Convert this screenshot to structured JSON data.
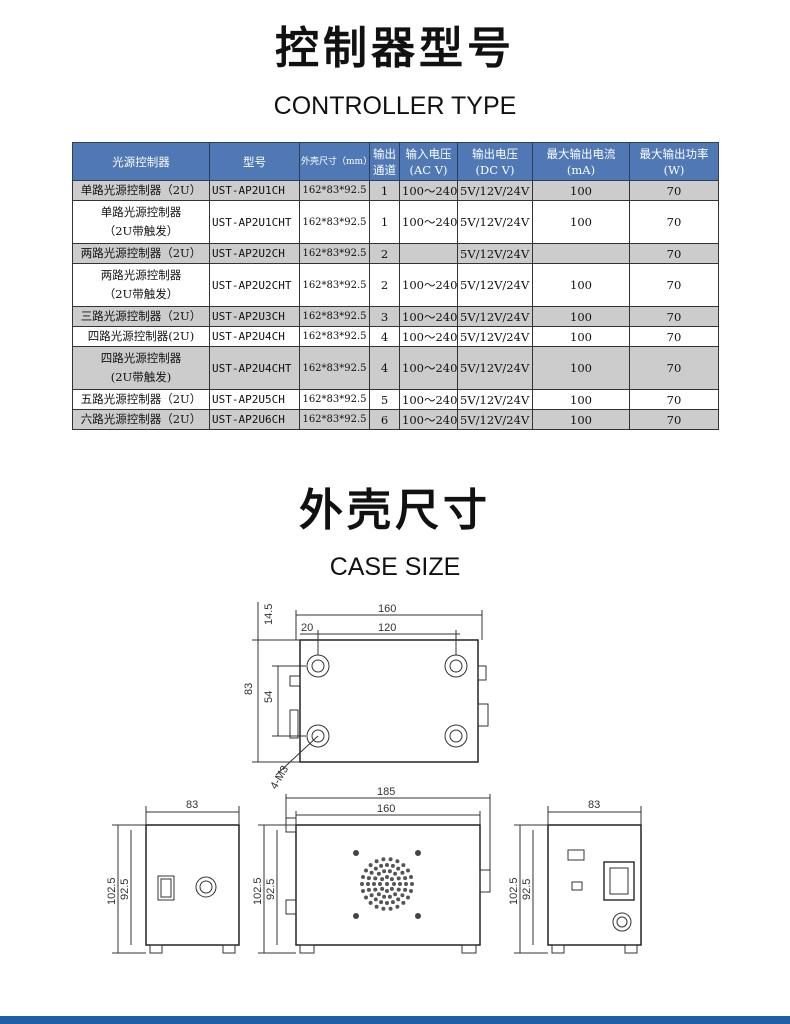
{
  "section1": {
    "title_cn": "控制器型号",
    "title_en": "CONTROLLER TYPE"
  },
  "table": {
    "headers": [
      "光源控制器",
      "型号",
      "外壳尺寸（mm）",
      "输出\n通道",
      "输入电压\n(AC V)",
      "输出电压\n(DC V)",
      "最大输出电流\n(mA)",
      "最大输出功率\n(W)"
    ],
    "rows": [
      {
        "name": "单路光源控制器（2U）",
        "model": "UST-AP2U1CH",
        "size": "162*83*92.5",
        "ch": "1",
        "vin": "100～240",
        "vout": "5V/12V/24V",
        "current": "100",
        "power": "70"
      },
      {
        "name": "单路光源控制器\n（2U带触发）",
        "model": "UST-AP2U1CHT",
        "size": "162*83*92.5",
        "ch": "1",
        "vin": "100～240",
        "vout": "5V/12V/24V",
        "current": "100",
        "power": "70"
      },
      {
        "name": "两路光源控制器（2U）",
        "model": "UST-AP2U2CH",
        "size": "162*83*92.5",
        "ch": "2",
        "vin": "",
        "vout": "5V/12V/24V",
        "current": "",
        "power": "70"
      },
      {
        "name": "两路光源控制器\n（2U带触发）",
        "model": "UST-AP2U2CHT",
        "size": "162*83*92.5",
        "ch": "2",
        "vin": "100～240",
        "vout": "5V/12V/24V",
        "current": "100",
        "power": "70"
      },
      {
        "name": "三路光源控制器（2U）",
        "model": "UST-AP2U3CH",
        "size": "162*83*92.5",
        "ch": "3",
        "vin": "100～240",
        "vout": "5V/12V/24V",
        "current": "100",
        "power": "70"
      },
      {
        "name": "四路光源控制器(2U)",
        "model": "UST-AP2U4CH",
        "size": "162*83*92.5",
        "ch": "4",
        "vin": "100～240",
        "vout": "5V/12V/24V",
        "current": "100",
        "power": "70"
      },
      {
        "name": "四路光源控制器\n(2U带触发)",
        "model": "UST-AP2U4CHT",
        "size": "162*83*92.5",
        "ch": "4",
        "vin": "100～240",
        "vout": "5V/12V/24V",
        "current": "100",
        "power": "70"
      },
      {
        "name": "五路光源控制器（2U）",
        "model": "UST-AP2U5CH",
        "size": "162*83*92.5",
        "ch": "5",
        "vin": "100～240",
        "vout": "5V/12V/24V",
        "current": "100",
        "power": "70"
      },
      {
        "name": "六路光源控制器（2U）",
        "model": "UST-AP2U6CH",
        "size": "162*83*92.5",
        "ch": "6",
        "vin": "100～240",
        "vout": "5V/12V/24V",
        "current": "100",
        "power": "70"
      }
    ]
  },
  "section2": {
    "title_cn": "外壳尺寸",
    "title_en": "CASE SIZE"
  },
  "drawing": {
    "top_view": {
      "width": "160",
      "inner": "120",
      "offset": "20",
      "height": "83",
      "inner_height": "54",
      "top_margin": "14.5",
      "holes": "4-M3"
    },
    "side_view": {
      "width": "83",
      "h1": "102.5",
      "h2": "92.5"
    },
    "front_view": {
      "outer": "185",
      "width": "160",
      "h1": "102.5",
      "h2": "92.5"
    },
    "rear_view": {
      "width": "83",
      "h1": "102.5",
      "h2": "92.5"
    }
  },
  "colors": {
    "header_bg": "#4f78b4",
    "gray_row": "#cccccc",
    "accent_bar": "#1f5fa8"
  }
}
